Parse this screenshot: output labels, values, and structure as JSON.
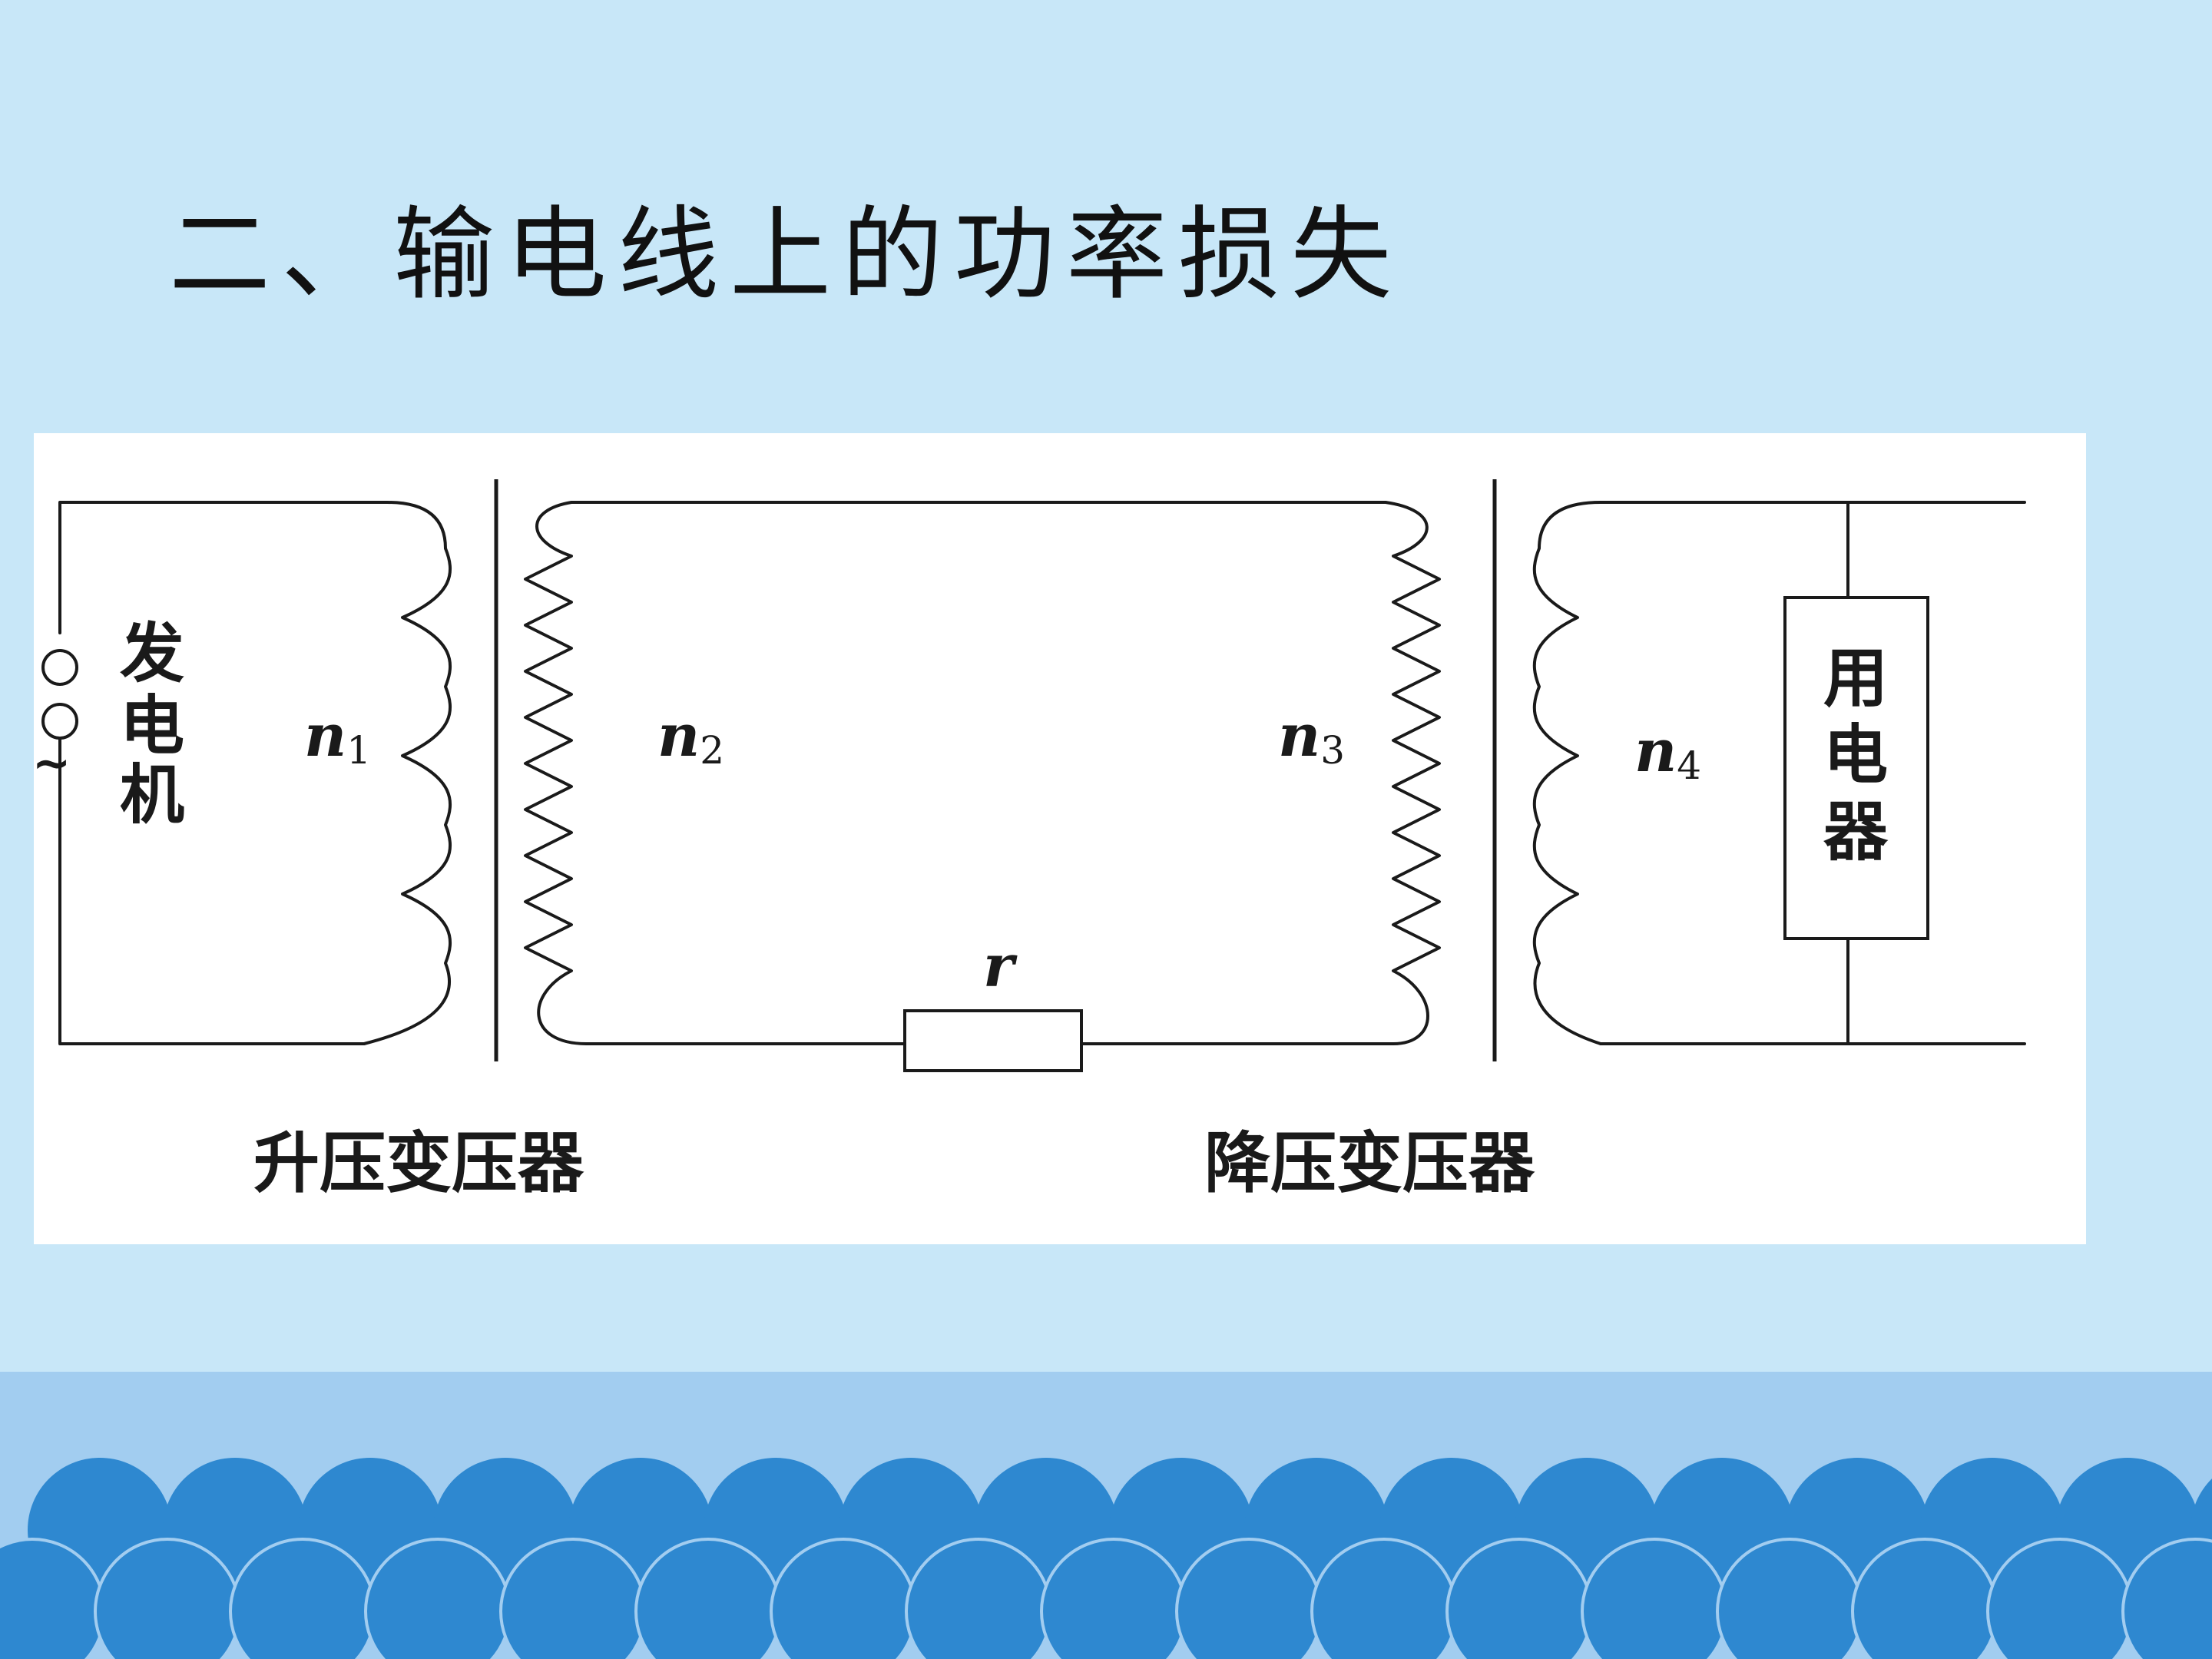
{
  "slide": {
    "title": "二、输电线上的功率损失"
  },
  "diagram": {
    "generator_label": [
      "发",
      "电",
      "机"
    ],
    "ac_symbol": "~",
    "coils": [
      {
        "symbol": "n",
        "sub": "1"
      },
      {
        "symbol": "n",
        "sub": "2"
      },
      {
        "symbol": "n",
        "sub": "3"
      },
      {
        "symbol": "n",
        "sub": "4"
      }
    ],
    "resistor_label": "r",
    "load_label": [
      "用",
      "电",
      "器"
    ],
    "captions": {
      "step_up": "升压变压器",
      "step_down": "降压变压器"
    }
  },
  "colors": {
    "background": "#c8e7f8",
    "band": "#a2cdf0",
    "scallop": "#2e88d0"
  }
}
